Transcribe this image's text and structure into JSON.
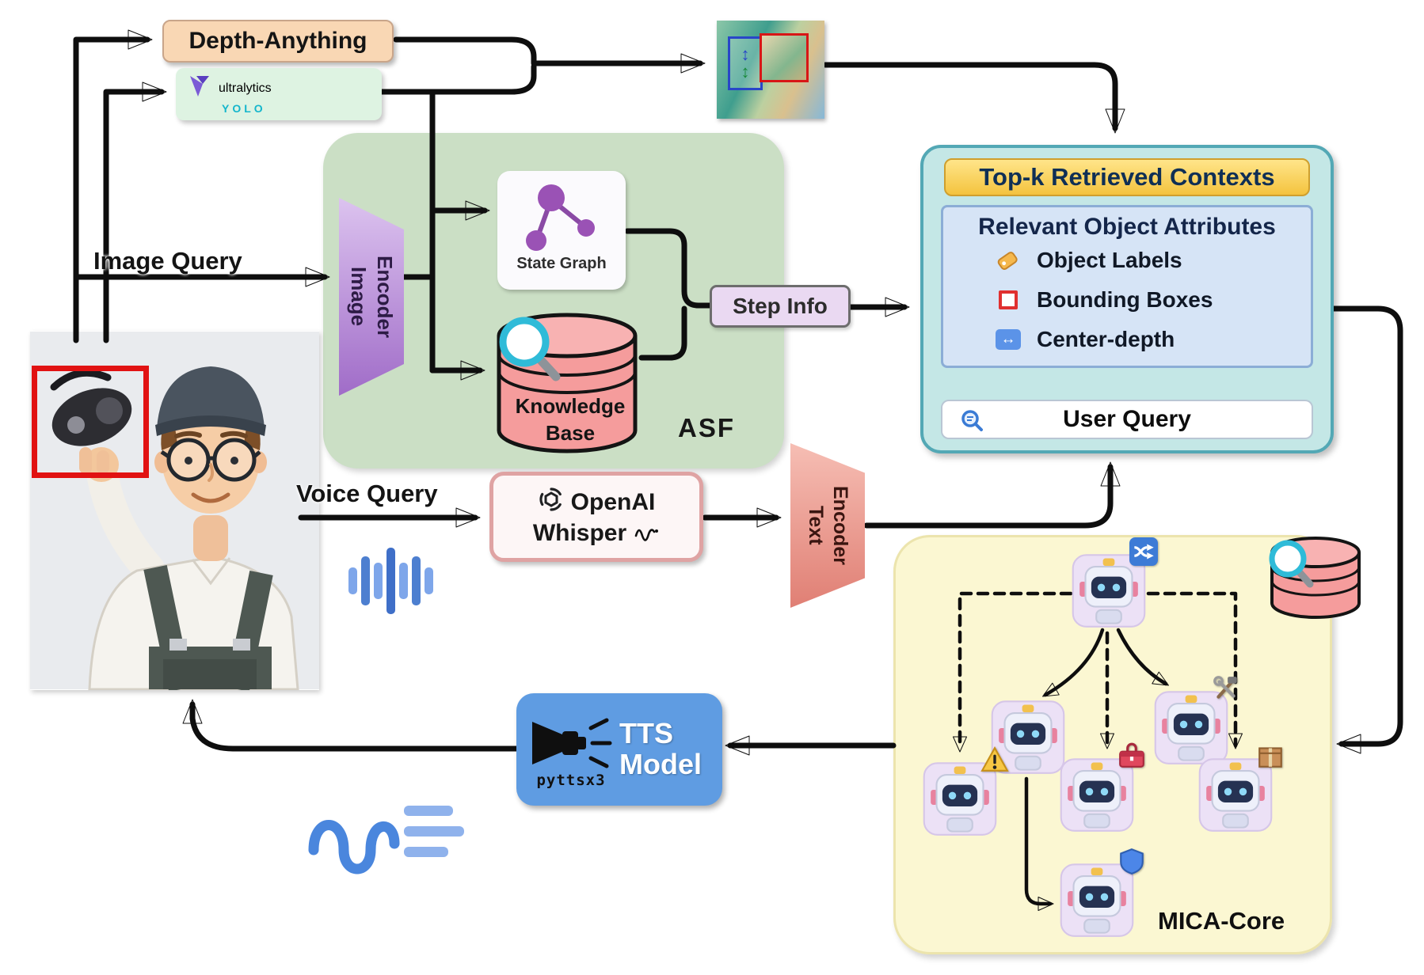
{
  "depth_anything": {
    "label": "Depth-Anything"
  },
  "yolo": {
    "brand": "ultralytics",
    "model": "YOLO"
  },
  "labels": {
    "image_query": "Image Query",
    "voice_query": "Voice Query"
  },
  "asf": {
    "title": "ASF",
    "image_encoder_line1": "Image",
    "image_encoder_line2": "Encoder",
    "state_graph": "State Graph",
    "kb_line1": "Knowledge",
    "kb_line2": "Base",
    "step_info": "Step Info"
  },
  "whisper": {
    "line1": "OpenAI",
    "line2": "Whisper"
  },
  "text_encoder": {
    "line1": "Text",
    "line2": "Encoder"
  },
  "topk": {
    "title": "Top-k Retrieved Contexts",
    "attributes_title": "Relevant Object Attributes",
    "rows": [
      {
        "icon": "tag-icon",
        "label": "Object Labels"
      },
      {
        "icon": "bounding-box-icon",
        "label": "Bounding Boxes"
      },
      {
        "icon": "center-depth-icon",
        "label": "Center-depth"
      }
    ],
    "user_query": "User Query"
  },
  "mica": {
    "title": "MICA-Core",
    "agents": [
      {
        "role": "coordinator",
        "badge": "shuffle"
      },
      {
        "role": "planner",
        "badge": "none"
      },
      {
        "role": "repair-tools",
        "badge": "hammer-wrench"
      },
      {
        "role": "safety",
        "badge": "warning"
      },
      {
        "role": "toolbox",
        "badge": "toolbox"
      },
      {
        "role": "parts",
        "badge": "package"
      },
      {
        "role": "verification",
        "badge": "shield"
      }
    ]
  },
  "tts": {
    "line1": "TTS",
    "line2": "Model",
    "engine": "pyttsx3"
  },
  "glyphs": {
    "center_depth": "↔",
    "depth_axis": "↕"
  },
  "icons": {
    "object_labels": "tag-icon",
    "bounding_boxes": "bounding-box-icon",
    "center_depth": "horizontal-arrows-icon",
    "user_query": "magnifier-icon",
    "knowledge_base": "database-magnifier-icon",
    "voice": "waveform-icon",
    "tts_speaker": "megaphone-icon",
    "tts_audio": "audio-squiggle-icon"
  },
  "colors": {
    "accent_teal": "#53a8b5",
    "panel_green": "#cbdfc5",
    "panel_yellow": "#fbf7d2",
    "header_gold": "#f4c33e",
    "knowledge_pink": "#f59c9c",
    "tts_blue": "#5f9ce2",
    "bbox_red": "#e11212"
  }
}
